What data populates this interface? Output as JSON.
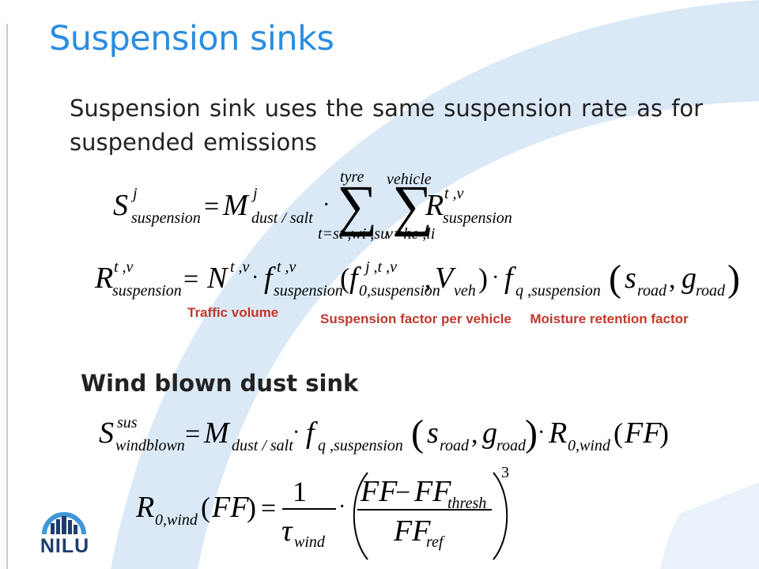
{
  "slide": {
    "title": "Suspension sinks",
    "intro": "Suspension sink uses the same suspension rate as for suspended emissions",
    "subheading": "Wind blown dust sink",
    "logo_text": "NILU"
  },
  "labels": {
    "traffic_volume": "Traffic volume",
    "suspension_factor": "Suspension factor per vehicle",
    "moisture_retention": "Moisture retention factor"
  },
  "equations": [
    "S^j_suspension = M^j_dust/salt · Σ_{t=st,wi,su}^{tyre} Σ_{v=he,li}^{vehicle} R^{t,v}_suspension",
    "R^{t,v}_suspension = N^{t,v} · f^{t,v}_suspension(f^{j,t,v}_{0,suspension}, V_veh) · f_{q,suspension}(s_road, g_road)",
    "S^sus_windblown = M_dust/salt · f_{q,suspension}(s_road, g_road) · R_{0,wind}(FF)",
    "R_{0,wind}(FF) = 1/τ_wind · ((FF − FF_thresh)/FF_ref)^3"
  ],
  "colors": {
    "title": "#2b8de0",
    "label": "#c0392b",
    "arc": "#dbe9f7",
    "logo": "#1c3d6e",
    "logo_arc": "#3f97d8"
  }
}
